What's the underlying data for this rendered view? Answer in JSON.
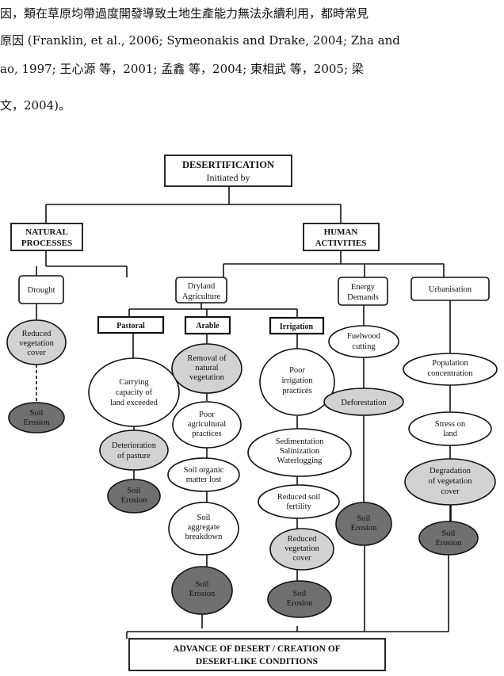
{
  "text": {
    "line1": "因，類在草原均帶過度開發導致土地生產能力無法永續利用，都時常見",
    "line2": "原因 (Franklin, et al., 2006; Symeonakis and Drake, 2004; Zha and",
    "line3": "ao, 1997; 王心源 等，2001; 孟鑫 等，2004; 東相武 等，2005; 梁",
    "line4": "文，2004)。"
  },
  "diagram": {
    "top": {
      "line1": "DESERTIFICATION",
      "line2": "Initiated by"
    },
    "natural": {
      "line1": "NATURAL",
      "line2": "PROCESSES"
    },
    "human": {
      "line1": "HUMAN",
      "line2": "ACTIVITIES"
    },
    "drought": "Drought",
    "dryland": {
      "line1": "Dryland",
      "line2": "Agriculture"
    },
    "energy": {
      "line1": "Energy",
      "line2": "Demands"
    },
    "urbanisation": "Urbanisation",
    "pastoral": "Pastoral",
    "arable": "Arable",
    "irrigation": "Irrigation",
    "reduced_veg_cover_1": [
      "Reduced",
      "vegetation",
      "cover"
    ],
    "soil_erosion_1": [
      "Soil",
      "Erosion"
    ],
    "carrying_capacity": [
      "Carrying",
      "capacity of",
      "land exceeded"
    ],
    "deterioration": [
      "Deterioration",
      "of pasture"
    ],
    "soil_erosion_2": [
      "Soil",
      "Erosion"
    ],
    "removal_veg": [
      "Removal of",
      "natural",
      "vegetation"
    ],
    "poor_agri": [
      "Poor",
      "agricultural",
      "practices"
    ],
    "soil_organic": [
      "Soil organic",
      "matter lost"
    ],
    "soil_aggregate": [
      "Soil",
      "aggregate",
      "breakdown"
    ],
    "soil_erosion_3": [
      "Soil",
      "Erosion"
    ],
    "poor_irrigation": [
      "Poor",
      "irrigation",
      "practices"
    ],
    "sedimentation": [
      "Sedimentation",
      "Salinization",
      "Waterlogging"
    ],
    "reduced_fertility": [
      "Reduced soil",
      "fertility"
    ],
    "reduced_veg_cover_2": [
      "Reduced",
      "vegetation",
      "cover"
    ],
    "soil_erosion_4": [
      "Soil",
      "Erosion"
    ],
    "fuelwood": [
      "Fuelwood",
      "cutting"
    ],
    "deforestation": [
      "Deforestation"
    ],
    "soil_erosion_5": [
      "Soil",
      "Erosion"
    ],
    "population": [
      "Population",
      "concentration"
    ],
    "stress": [
      "Stress on",
      "land"
    ],
    "degradation": [
      "Degradation",
      "of vegetation",
      "cover"
    ],
    "soil_erosion_6": [
      "Soil",
      "Erosion"
    ],
    "bottom": {
      "line1": "ADVANCE OF DESERT / CREATION OF",
      "line2": "DESERT-LIKE CONDITIONS"
    }
  },
  "colors": {
    "light_node": "#d2d2d2",
    "dark_node": "#707070",
    "white_node": "#ffffff",
    "stroke": "#111111"
  }
}
